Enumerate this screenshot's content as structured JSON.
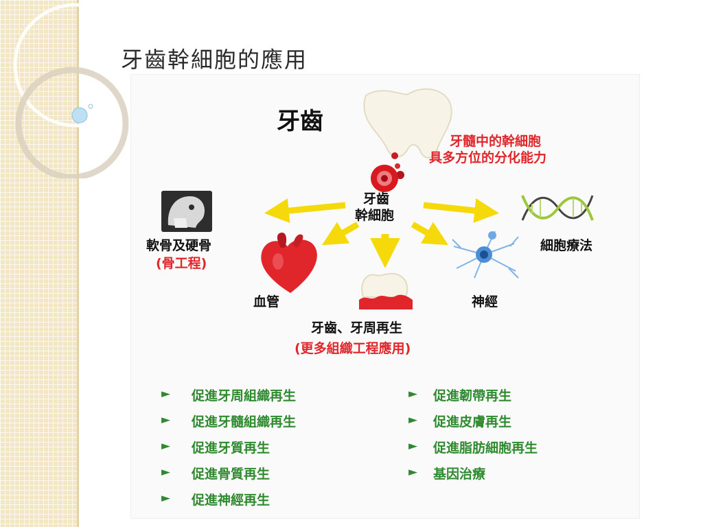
{
  "slide": {
    "title": "牙齒幹細胞的應用"
  },
  "diagram": {
    "top_heading": "牙齒",
    "callout_line1": "牙髓中的幹細胞",
    "callout_line2": "具多方位的分化能力",
    "center_line1": "牙齒",
    "center_line2": "幹細胞",
    "bone_line1": "軟骨及硬骨",
    "bone_line2": "(骨工程)",
    "vessel": "血管",
    "therapy": "細胞療法",
    "nerve": "神經",
    "regen_line1": "牙齒、牙周再生",
    "regen_line2": "(更多組織工程應用)",
    "arrow_color": "#f5d90a",
    "accent_red": "#e0262b",
    "list_green": "#2f8a2f"
  },
  "bullets": {
    "marker": "►",
    "left": [
      "促進牙周組織再生",
      "促進牙髓組織再生",
      "促進牙質再生",
      "促進骨質再生",
      "促進神經再生"
    ],
    "right": [
      "促進韌帶再生",
      "促進皮膚再生",
      "促進脂肪細胞再生",
      "基因治療"
    ]
  }
}
